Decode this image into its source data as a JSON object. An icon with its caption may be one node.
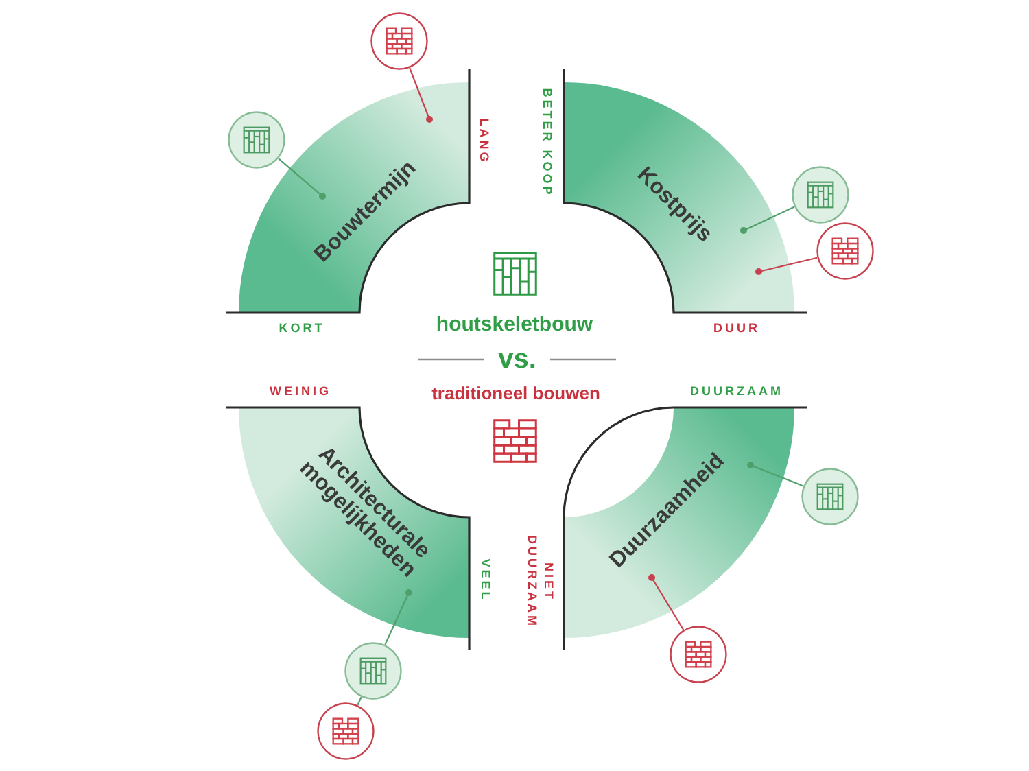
{
  "diagram": {
    "nodes": [
      {
        "text": [
          "Bouwtermijn"
        ],
        "beside": [
          "LANG",
          "KORT"
        ]
      },
      {
        "text": [
          "Kostprijs"
        ],
        "beside": [
          "BETER KOOP",
          "DUUR"
        ]
      },
      {
        "text": [
          "Architecturale mogelijkheden"
        ],
        "beside": [
          "WEINIG",
          "VEEL"
        ]
      },
      {
        "text": [
          "Duurzaamheid"
        ],
        "beside": [
          "DUURZAAM",
          "NIET DUURZAAM"
        ]
      },
      {
        "text": [],
        "shape": "circle"
      },
      {
        "text": [],
        "shape": "circle"
      },
      {
        "text": [],
        "shape": "circle"
      },
      {
        "text": [],
        "shape": "circle"
      },
      {
        "text": [],
        "shape": "circle"
      },
      {
        "text": [],
        "shape": "circle"
      },
      {
        "text": [],
        "shape": "circle"
      },
      {
        "text": [],
        "shape": "circle"
      }
    ],
    "edges": [
      {
        "from": 4,
        "to": 0,
        "arrow": "other"
      },
      {
        "from": 5,
        "to": 0,
        "arrow": "other",
        "color": "#c8414f"
      },
      {
        "from": 6,
        "to": 1,
        "arrow": "other"
      },
      {
        "from": 7,
        "to": 1,
        "arrow": "other",
        "color": "#c8414f"
      },
      {
        "from": 8,
        "to": 2,
        "arrow": "other"
      },
      {
        "from": 9,
        "to": 8,
        "arrow": "none"
      },
      {
        "from": 10,
        "to": 3,
        "arrow": "other"
      },
      {
        "from": 11,
        "to": 3,
        "arrow": "other",
        "color": "#c8414f"
      }
    ],
    "labels": [
      "houtskeletbouw",
      "vs.",
      "traditioneel bouwen"
    ]
  }
}
